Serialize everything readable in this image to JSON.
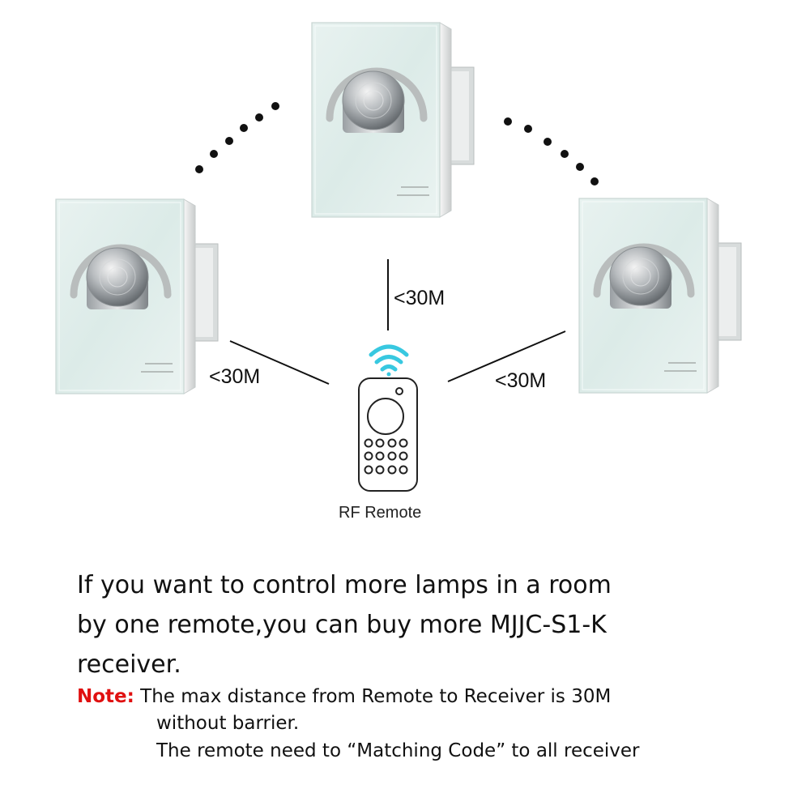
{
  "distance_labels": {
    "top": "<30M",
    "left": "<30M",
    "right": "<30M"
  },
  "remote": {
    "label": "RF Remote",
    "icon": "remote-control-icon",
    "signal_icon": "wifi-signal-icon",
    "signal_color": "#38c8e0"
  },
  "panels": {
    "icon": "rotary-dimmer-panel",
    "count": 3
  },
  "description": {
    "line1": "If you want to control more lamps in a room",
    "line2": "by one remote,you can buy more MJJC-S1-K",
    "line3": "receiver."
  },
  "note": {
    "label": "Note:",
    "label_color": "#e01010",
    "line1": "The max distance from Remote to Receiver is 30M",
    "line2": "without barrier.",
    "line3": "The remote need to “Matching Code” to all receiver"
  }
}
